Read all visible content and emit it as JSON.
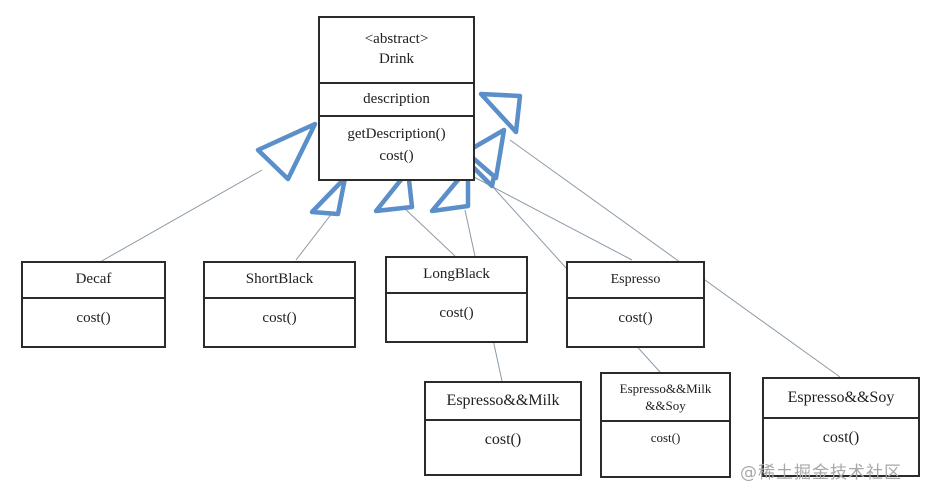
{
  "diagram": {
    "title": "Drink decorator UML class diagram",
    "background_color": "#ffffff",
    "box_border_color": "#2b2b2b",
    "arrow_color": "#5b8fc9",
    "edge_color": "#8c9aa8",
    "watermark": "@稀土掘金技术社区"
  },
  "classes": {
    "drink": {
      "stereotype": "<abstract>",
      "name": "Drink",
      "attributes": [
        "description"
      ],
      "operations": [
        "getDescription()",
        "cost()"
      ]
    },
    "decaf": {
      "name": "Decaf",
      "operations": [
        "cost()"
      ]
    },
    "shortblack": {
      "name": "ShortBlack",
      "operations": [
        "cost()"
      ]
    },
    "longblack": {
      "name": "LongBlack",
      "operations": [
        "cost()"
      ]
    },
    "espresso": {
      "name": "Espresso",
      "operations": [
        "cost()"
      ]
    },
    "espresso_milk": {
      "name": "Espresso&&Milk",
      "operations": [
        "cost()"
      ]
    },
    "espresso_milk_soy": {
      "name_line1": "Espresso&&Milk",
      "name_line2": "&&Soy",
      "operations": [
        "cost()"
      ]
    },
    "espresso_soy": {
      "name": "Espresso&&Soy",
      "operations": [
        "cost()"
      ]
    }
  },
  "relationships": [
    {
      "from": "Decaf",
      "to": "Drink",
      "type": "generalization"
    },
    {
      "from": "ShortBlack",
      "to": "Drink",
      "type": "generalization"
    },
    {
      "from": "LongBlack",
      "to": "Drink",
      "type": "generalization"
    },
    {
      "from": "Espresso",
      "to": "Drink",
      "type": "generalization"
    },
    {
      "from": "Espresso&&Milk",
      "to": "Drink",
      "type": "generalization"
    },
    {
      "from": "Espresso&&Milk&&Soy",
      "to": "Drink",
      "type": "generalization"
    },
    {
      "from": "Espresso&&Soy",
      "to": "Drink",
      "type": "generalization"
    }
  ]
}
